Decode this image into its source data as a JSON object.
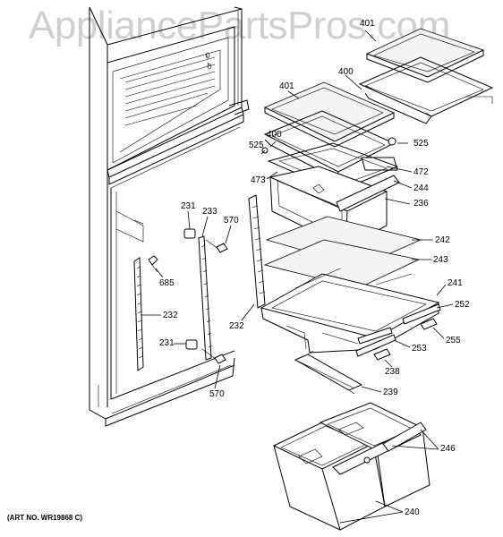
{
  "watermark": "AppliancePartsPros.com",
  "art_number": "(ART NO. WR19868 C)",
  "callouts": {
    "c401a": "401",
    "c400a": "400",
    "c401b": "401",
    "c400b": "400",
    "c525a": "525",
    "c525b": "525",
    "c472": "472",
    "c473": "473",
    "c244": "244",
    "c236": "236",
    "c231a": "231",
    "c233": "233",
    "c570a": "570",
    "c242": "242",
    "c243": "243",
    "c685": "685",
    "c241": "241",
    "c232a": "232",
    "c232b": "232",
    "c252": "252",
    "c255": "255",
    "c231b": "231",
    "c253": "253",
    "c238": "238",
    "c570b": "570",
    "c239": "239",
    "c246": "246",
    "c240": "240"
  }
}
